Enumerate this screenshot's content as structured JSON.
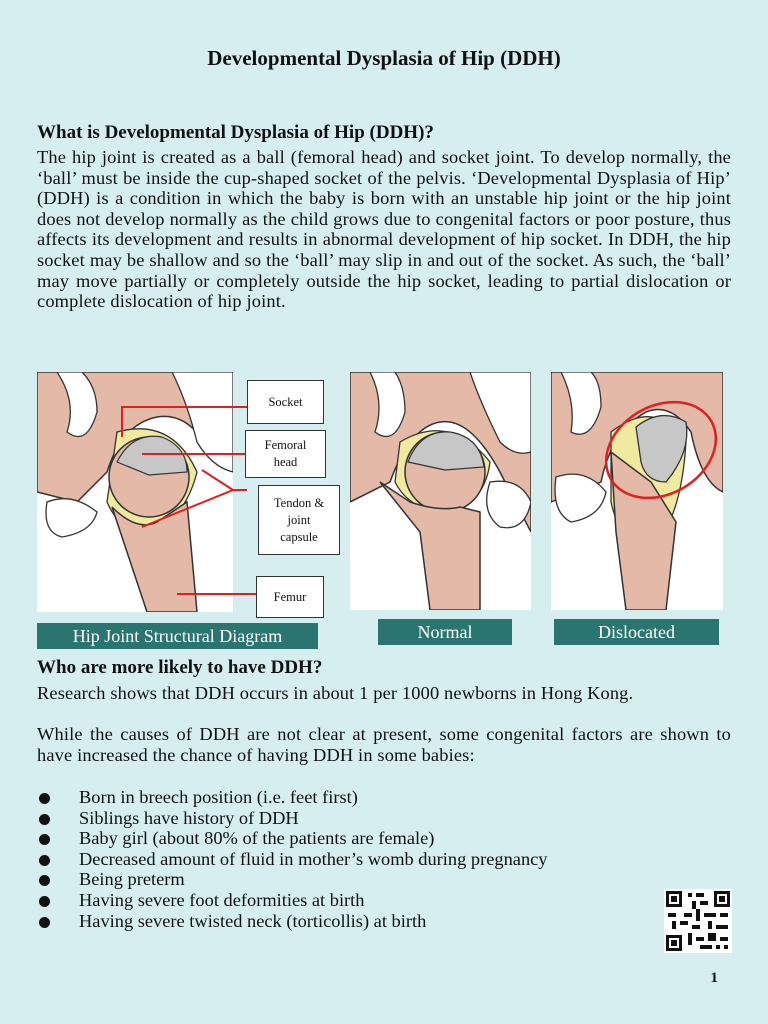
{
  "title": "Developmental Dysplasia of Hip (DDH)",
  "section1": {
    "heading": "What is Developmental Dysplasia of Hip (DDH)?",
    "body": "The hip joint is created as a ball (femoral head) and socket joint. To develop normally, the ‘ball’ must be inside the cup-shaped socket of the pelvis. ‘Developmental Dysplasia of Hip’ (DDH) is a condition in which the baby is born with an unstable hip joint or the hip joint does not develop normally as the child grows due to congenital factors or poor posture, thus affects its development and results in abnormal development of hip socket. In DDH, the hip socket may be shallow and so the ‘ball’ may slip in and out of the socket. As such, the ‘ball’ may move partially or completely outside the hip socket, leading to partial dislocation or complete dislocation of hip joint."
  },
  "diagram": {
    "labels": {
      "socket": "Socket",
      "femoral_head": "Femoral head",
      "tendon": "Tendon & joint capsule",
      "femur": "Femur"
    },
    "captions": {
      "structural": "Hip Joint Structural Diagram",
      "normal": "Normal",
      "dislocated": "Dislocated"
    },
    "colors": {
      "bone": "#e5b9a8",
      "cartilage": "#c7c7c7",
      "capsule": "#f0e9a0",
      "pointer": "#e02020",
      "caption_bg": "#2a7570"
    }
  },
  "section2": {
    "heading": "Who are more likely to have DDH?",
    "para1": "Research shows that DDH occurs in about 1 per 1000 newborns in Hong Kong.",
    "para2": "While the causes of DDH are not clear at present, some congenital factors are shown to have increased the chance of having DDH in some babies:",
    "bullets": [
      "Born in breech position (i.e. feet first)",
      "Siblings have history of DDH",
      "Baby girl (about 80% of the patients are female)",
      "Decreased amount of fluid in mother’s womb during pregnancy",
      "Being preterm",
      "Having severe foot deformities at birth",
      "Having severe twisted neck (torticollis) at birth"
    ]
  },
  "qr_icon": "qr-code-icon",
  "page_number": "1"
}
